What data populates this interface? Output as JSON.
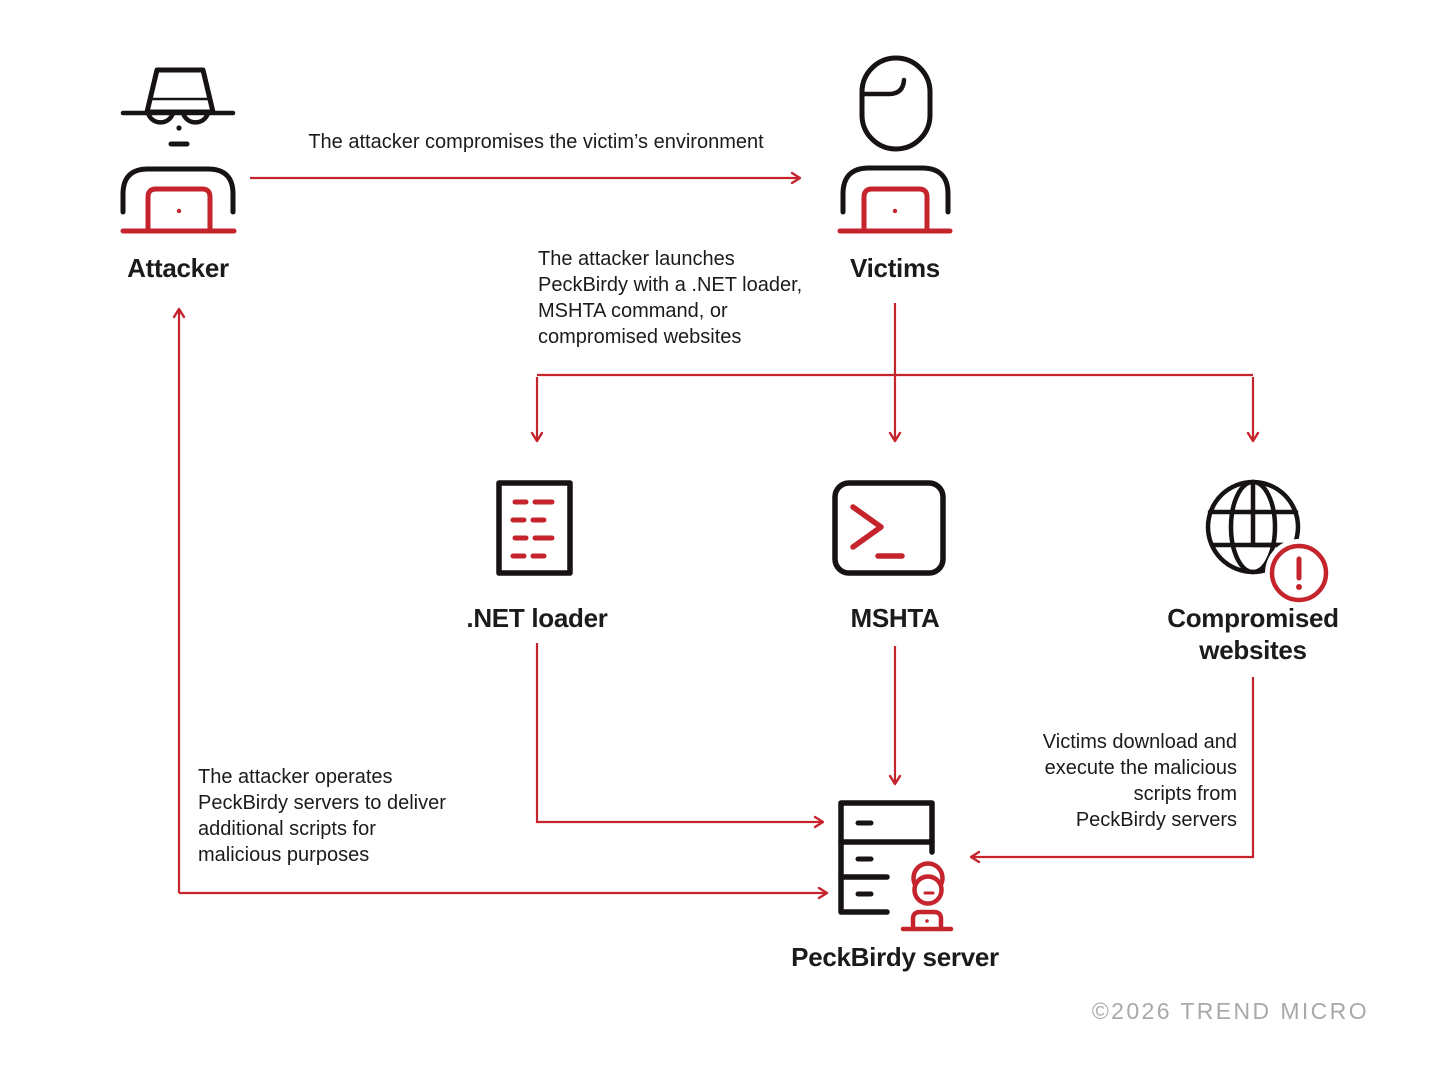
{
  "colors": {
    "red": "#c5242d",
    "ink": "#161312",
    "text": "#1d1b1a",
    "muted": "#a7a9ac",
    "background": "#ffffff"
  },
  "nodes": {
    "attacker": {
      "label": "Attacker",
      "icon": "attacker-person-icon"
    },
    "victims": {
      "label": "Victims",
      "icon": "victim-person-icon"
    },
    "net_loader": {
      "label": ".NET loader",
      "icon": "document-code-icon"
    },
    "mshta": {
      "label": "MSHTA",
      "icon": "terminal-prompt-icon"
    },
    "compromised_websites": {
      "lines": [
        "Compromised",
        "websites"
      ],
      "icon": "globe-alert-icon"
    },
    "peckbirdy_server": {
      "label": "PeckBirdy server",
      "icon": "server-person-icon"
    }
  },
  "annotations": {
    "compromise": {
      "text": "The attacker compromises the victim’s environment"
    },
    "launch": {
      "lines": [
        "The attacker launches",
        "PeckBirdy with a .NET loader,",
        "MSHTA command, or",
        "compromised websites"
      ]
    },
    "operate": {
      "lines": [
        "The attacker operates",
        "PeckBirdy servers to deliver",
        "additional scripts for",
        "malicious purposes"
      ]
    },
    "download": {
      "lines": [
        "Victims download and",
        "execute the malicious",
        "scripts from",
        "PeckBirdy servers"
      ]
    }
  },
  "footer": {
    "copyright": "©2026 TREND MICRO"
  }
}
